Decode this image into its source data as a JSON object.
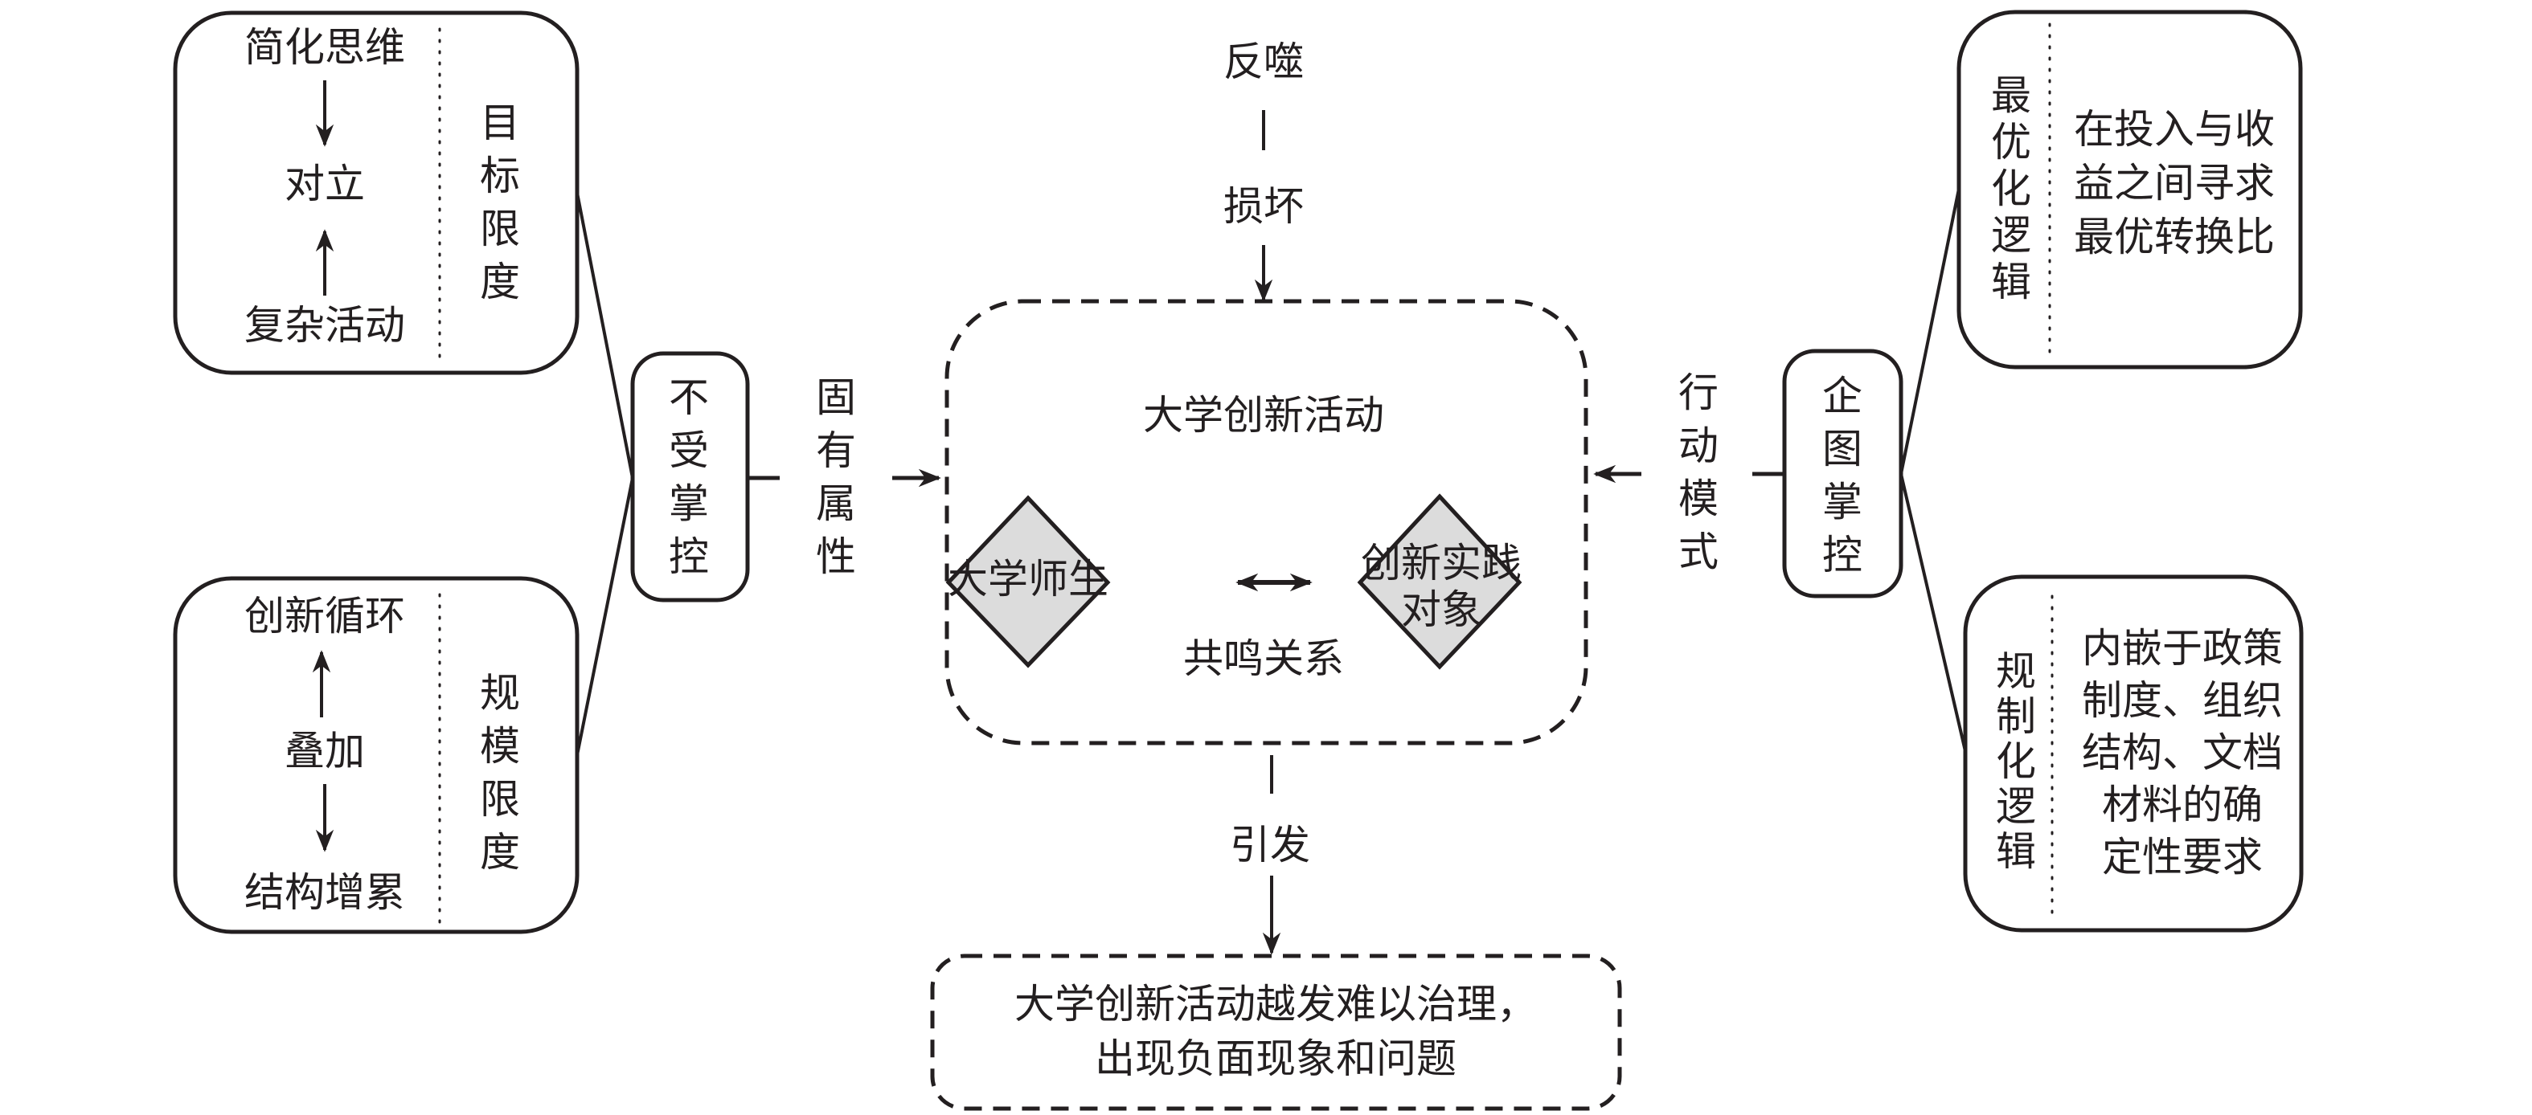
{
  "left_panel": {
    "goal_box": {
      "top": "简化思维",
      "middle": "对立",
      "bottom": "复杂活动",
      "side_label": "目标限度"
    },
    "scale_box": {
      "top": "创新循环",
      "middle": "叠加",
      "bottom": "结构增累",
      "side_label": "规模限度"
    },
    "hub_label": "不受掌控",
    "edge_label": "固有属性"
  },
  "center": {
    "top_label_1": "反噬",
    "top_label_2": "损坏",
    "title": "大学创新活动",
    "left_node": "大学师生",
    "right_node": "创新实践对象",
    "right_node_lines": [
      "创新实践",
      "对象"
    ],
    "relation_label": "共鸣关系",
    "bottom_edge_label": "引发",
    "outcome_lines": [
      "大学创新活动越发难以治理，",
      "出现负面现象和问题"
    ]
  },
  "right_panel": {
    "hub_label": "企图掌控",
    "edge_label": "行动模式",
    "optimization_box": {
      "side_label": "最优化逻辑",
      "text_lines": [
        "在投入与收",
        "益之间寻求",
        "最优转换比"
      ]
    },
    "regulation_box": {
      "side_label": "规制化逻辑",
      "text_lines": [
        "内嵌于政策",
        "制度、组织",
        "结构、文档",
        "材料的确",
        "定性要求"
      ]
    }
  },
  "colors": {
    "line": "#231f20",
    "diamond_fill": "#dcdcdc",
    "background": "#ffffff"
  }
}
